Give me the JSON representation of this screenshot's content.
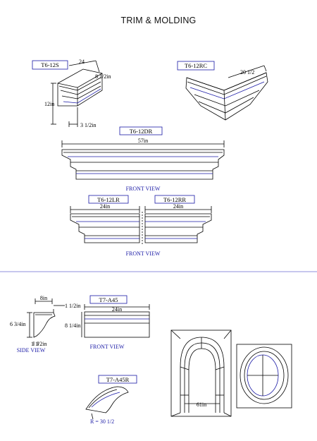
{
  "page": {
    "title": "TRIM & MOLDING"
  },
  "colors": {
    "line": "#000000",
    "accent": "#1a1aa6",
    "tag_border": "#1a1aa6",
    "divider": "#6a6ad0"
  },
  "parts": {
    "t6_12s": {
      "tag": "T6-12S",
      "width": "24",
      "depth": "8 1/2in",
      "height": "12in",
      "base": "3 1/2in"
    },
    "t6_12rc": {
      "tag": "T6-12RC",
      "width": "20 1/2"
    },
    "t6_12dr": {
      "tag": "T6-12DR",
      "width": "57in",
      "view": "FRONT VIEW"
    },
    "t6_12lr": {
      "tag": "T6-12LR",
      "width": "24in"
    },
    "t6_12rr": {
      "tag": "T6-12RR",
      "width": "24in",
      "view": "FRONT VIEW"
    },
    "t7_a45_side": {
      "top": "8in",
      "height": "6 3/4in",
      "right": "1 1/2in",
      "base": "1 1/2in",
      "view": "SIDE VIEW"
    },
    "t7_a45": {
      "tag": "T7-A45",
      "width": "24in",
      "height": "8 1/4in",
      "view": "FRONT VIEW"
    },
    "t7_a45r": {
      "tag": "T7-A45R",
      "radius": "R = 30 1/2"
    },
    "arch": {
      "width": "61in"
    }
  }
}
